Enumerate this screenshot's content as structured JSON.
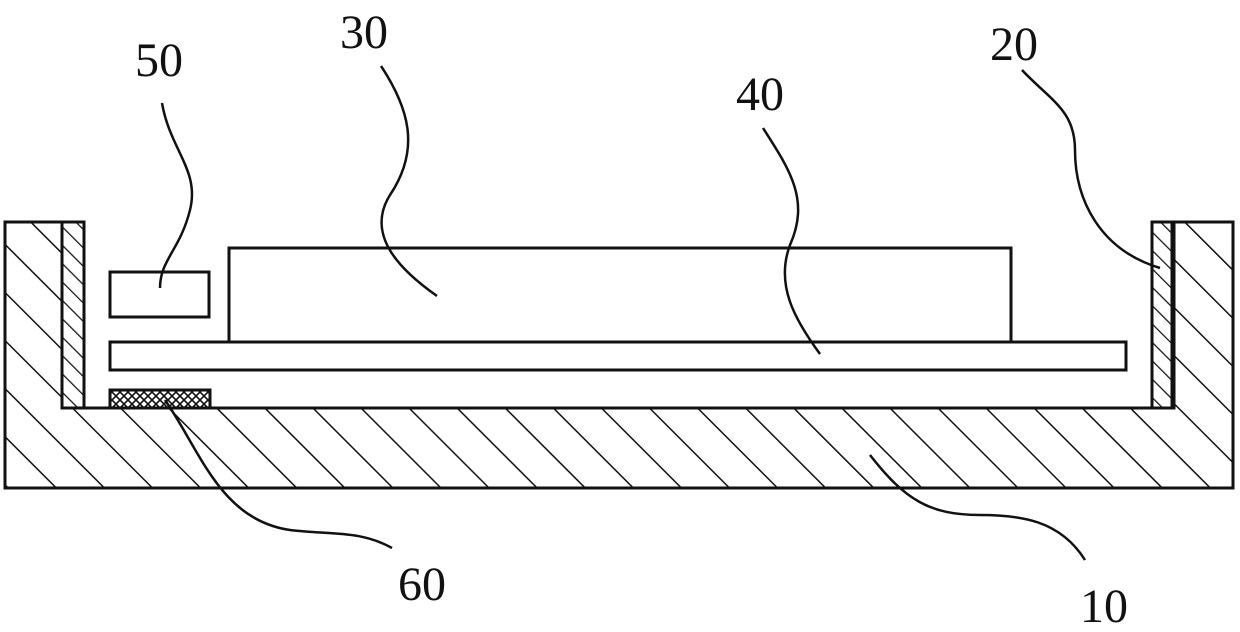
{
  "labels": {
    "housing": "10",
    "side_wall_liner": "20",
    "main_block": "30",
    "plate": "40",
    "small_block": "50",
    "pad": "60"
  }
}
